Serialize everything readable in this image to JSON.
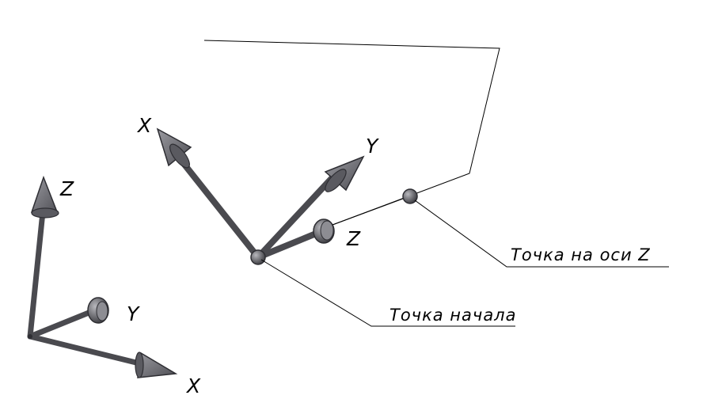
{
  "colors": {
    "arrow_fill": "#6b6b70",
    "arrow_stroke": "#2e2e33",
    "line": "#000000"
  },
  "world_axes": {
    "z_label": "Z",
    "y_label": "Y",
    "x_label": "X"
  },
  "local_axes": {
    "x_label": "X",
    "y_label": "Y",
    "z_label": "Z"
  },
  "callouts": {
    "origin_point": "Точка начала",
    "z_axis_point": "Точка на оси Z"
  }
}
